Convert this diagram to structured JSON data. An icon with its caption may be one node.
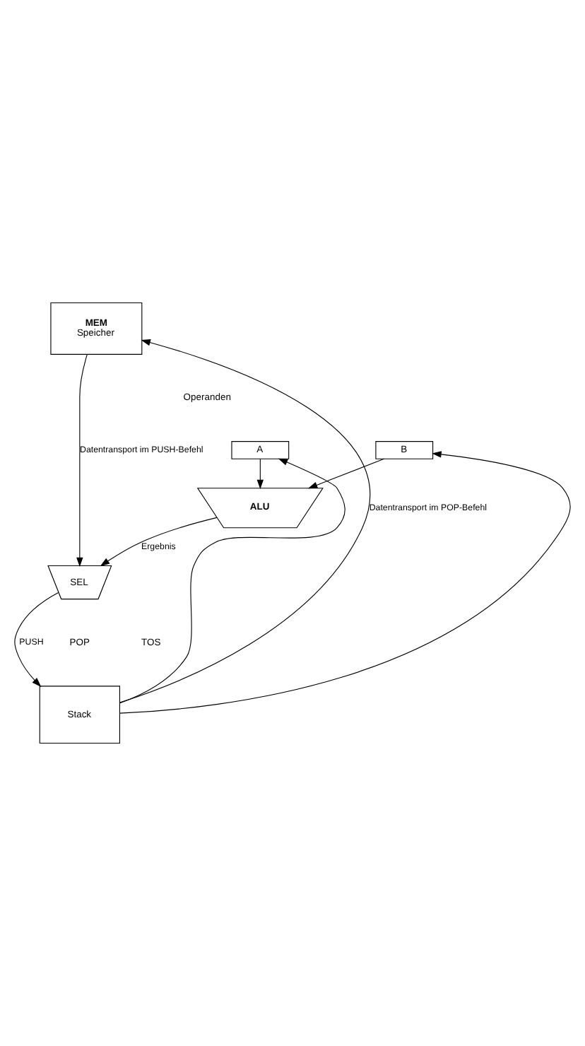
{
  "diagram": {
    "nodes": [
      {
        "text": [
          "MEM",
          "Speicher"
        ]
      },
      {
        "text": [
          "A"
        ]
      },
      {
        "text": [
          "B"
        ]
      },
      {
        "text": [
          "ALU"
        ]
      },
      {
        "text": [
          "SEL"
        ]
      },
      {
        "text": [
          "Stack"
        ]
      }
    ],
    "edges": [
      {
        "from": 5,
        "to": 0,
        "arrow": "to",
        "label": "Datentransport im POP-Befehl"
      },
      {
        "from": 5,
        "to": 1,
        "arrow": "to"
      },
      {
        "from": 5,
        "to": 2,
        "arrow": "to"
      },
      {
        "from": 0,
        "to": 4,
        "arrow": "to",
        "label": "Datentransport im PUSH-Befehl"
      },
      {
        "from": 1,
        "to": 3,
        "arrow": "to"
      },
      {
        "from": 2,
        "to": 3,
        "arrow": "to"
      },
      {
        "from": 3,
        "to": 4,
        "arrow": "to",
        "label": "Ergebnis"
      },
      {
        "from": 4,
        "to": 5,
        "arrow": "to",
        "label": "PUSH"
      }
    ],
    "labels": [
      "Operanden",
      "POP",
      "TOS"
    ]
  }
}
